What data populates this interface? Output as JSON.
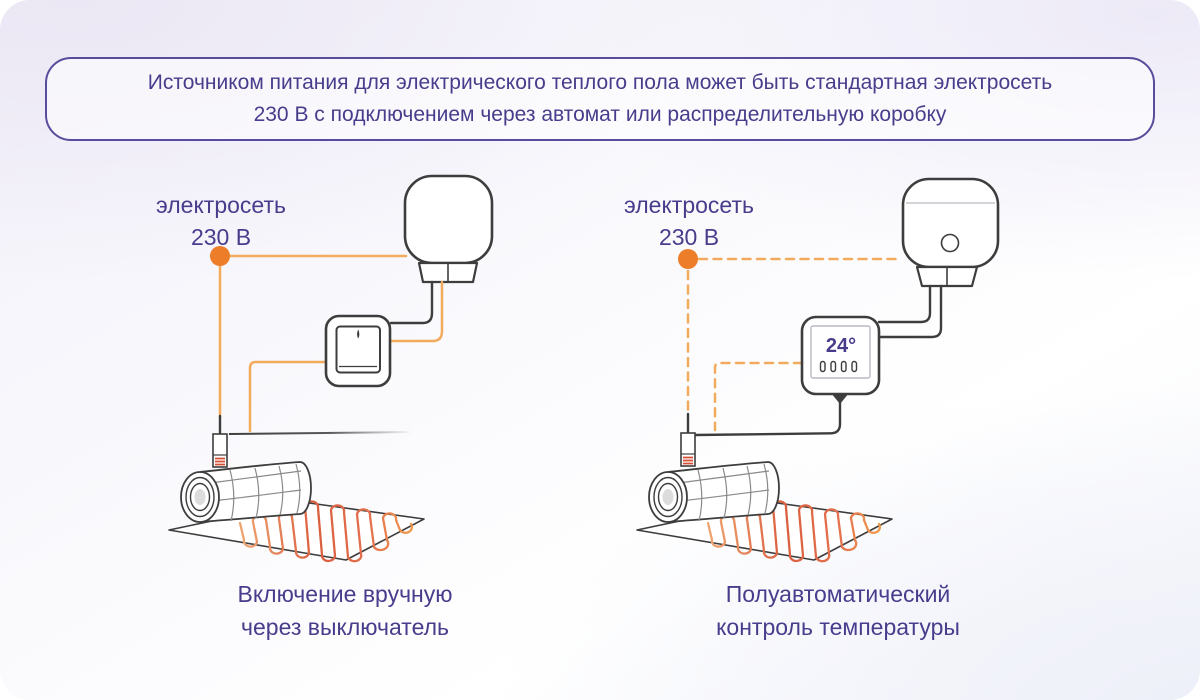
{
  "colors": {
    "purple": "#473d8c",
    "border_purple": "#584c9c",
    "orange_line": "#f2ab5d",
    "dot_orange": "#ee7d2a",
    "outline": "#3d3d3d",
    "cable_red": "#da5f3f",
    "cable_orange": "#f0994d",
    "cable_light": "#efa571"
  },
  "header": {
    "line1": "Источником питания для электрического теплого пола может быть стандартная электросеть",
    "line2": "230 В с подключением через автомат или распределительную коробку"
  },
  "diagrams": {
    "left": {
      "power_label": {
        "line1": "электросеть",
        "line2": "230 В"
      },
      "caption": {
        "line1": "Включение вручную",
        "line2": "через выключатель"
      }
    },
    "right": {
      "power_label": {
        "line1": "электросеть",
        "line2": "230 В"
      },
      "thermostat_display": "24°",
      "caption": {
        "line1": "Полуавтоматический",
        "line2": "контроль температуры"
      }
    }
  },
  "icons": {
    "left_device": "junction-box-icon",
    "right_device": "junction-box-icon",
    "switch": "wall-switch-icon",
    "thermostat": "thermostat-icon",
    "mat": "heating-mat-roll-icon",
    "connector": "power-connector-icon",
    "dot": "power-source-dot-icon"
  }
}
